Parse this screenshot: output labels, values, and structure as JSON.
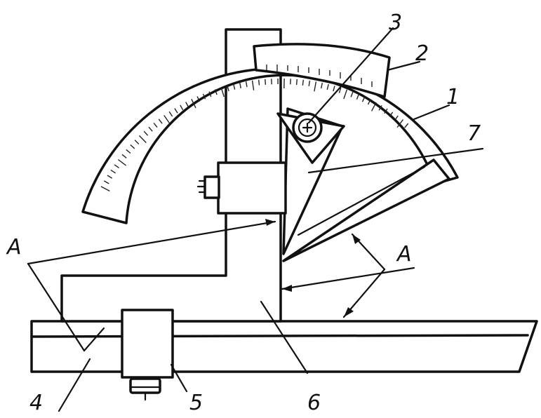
{
  "diagram": {
    "labels": {
      "l1": "1",
      "l2": "2",
      "l3": "3",
      "l4": "4",
      "l5": "5",
      "l6": "6",
      "l7": "7",
      "a_left": "A",
      "a_right": "A"
    }
  }
}
